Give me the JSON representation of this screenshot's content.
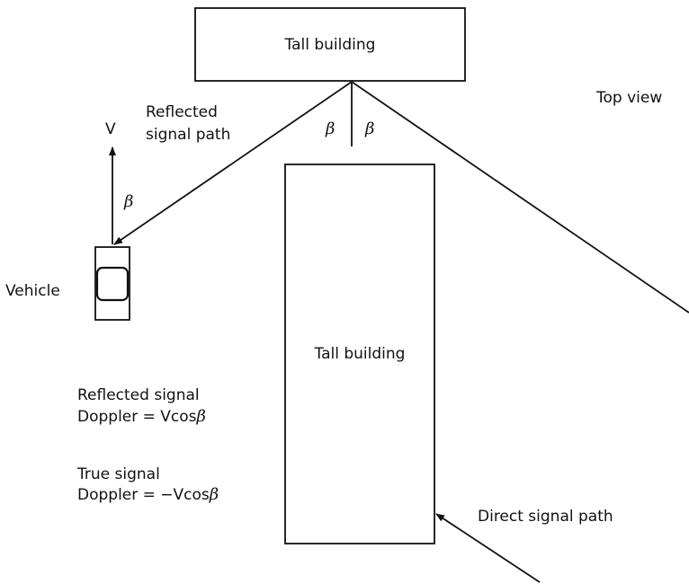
{
  "view_label": "Top view",
  "top_building_label": "Tall building",
  "center_building_label": "Tall building",
  "reflected_path_label": [
    "Reflected",
    "signal path"
  ],
  "velocity_label": "V",
  "beta": "β",
  "vehicle_label": "Vehicle",
  "reflected_doppler": {
    "line1": "Reflected signal",
    "prefix": "Doppler = Vcos",
    "symbol": "β"
  },
  "true_doppler": {
    "line1": "True signal",
    "prefix": "Doppler = −Vcos",
    "symbol": "β"
  },
  "direct_path_label": "Direct signal path"
}
